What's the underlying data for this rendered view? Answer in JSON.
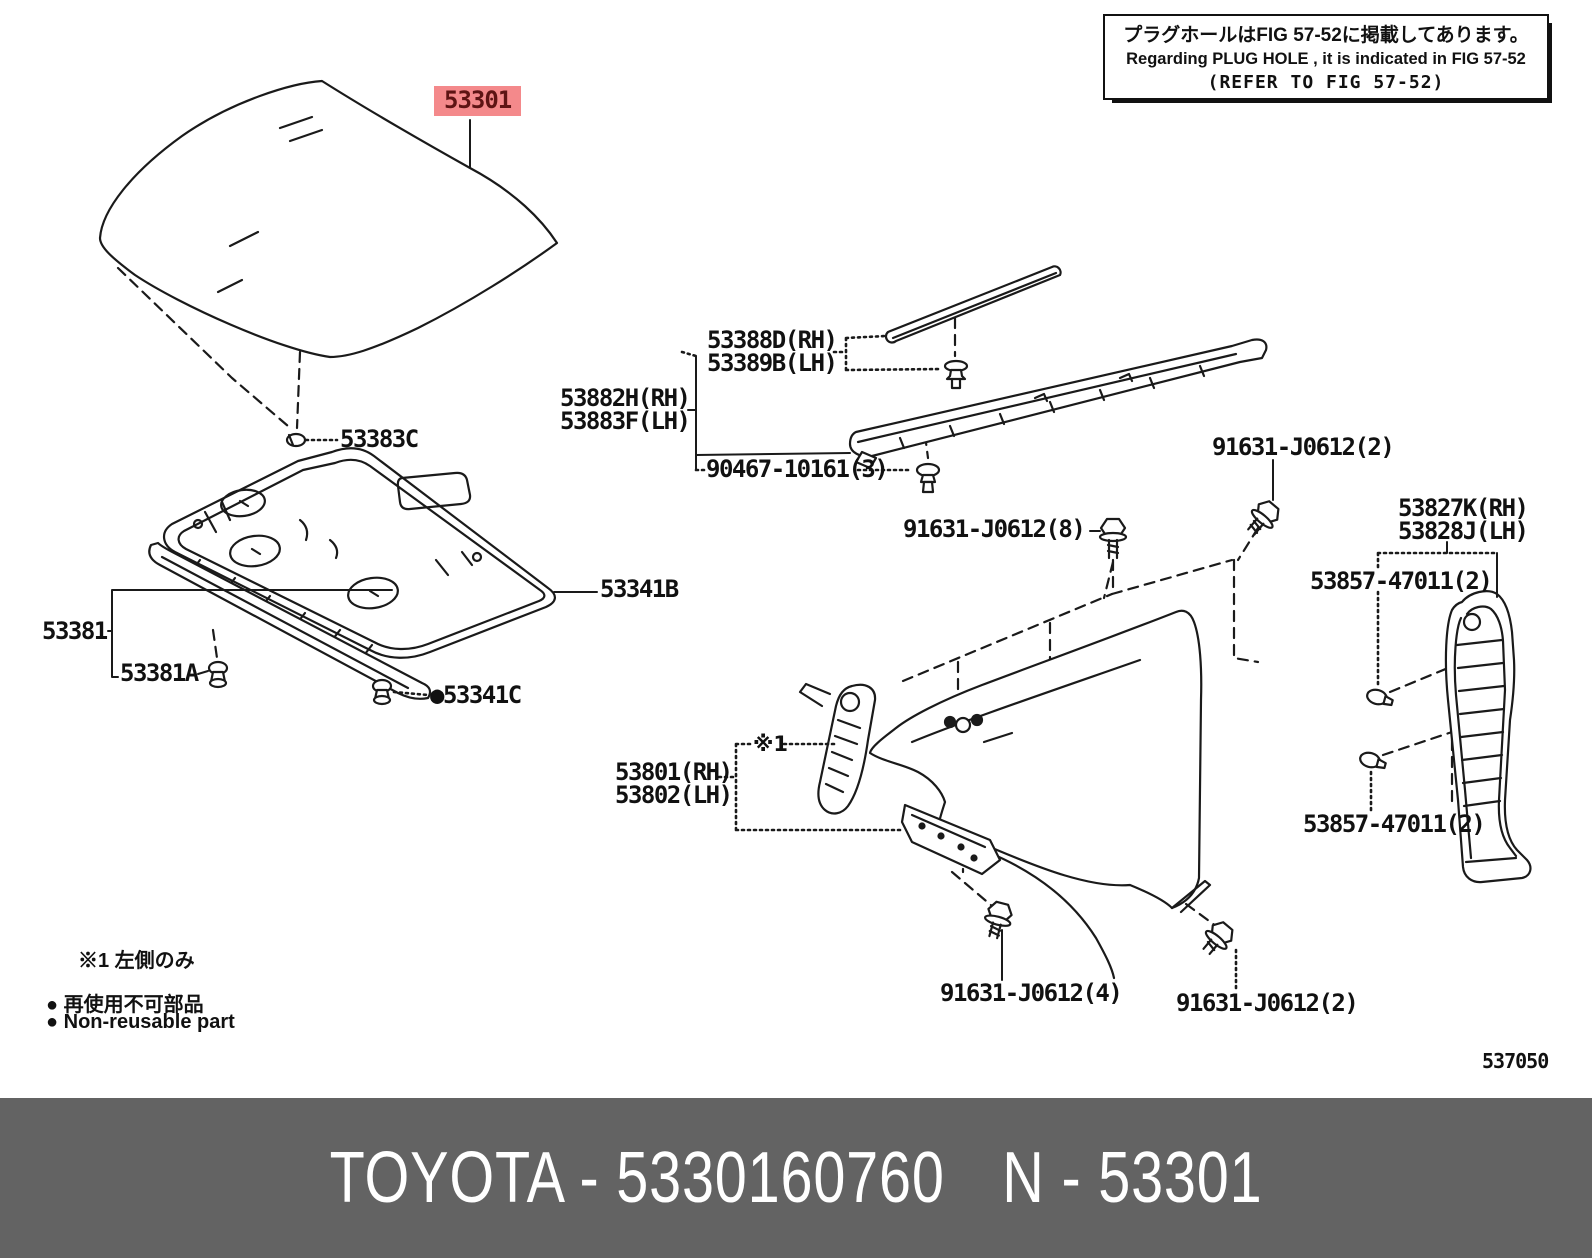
{
  "note_box": {
    "line1": "プラグホールはFIG 57-52に掲載してあります。",
    "line2": "Regarding PLUG HOLE , it is indicated in FIG 57-52",
    "line3": "(REFER TO FIG 57-52)"
  },
  "labels": {
    "hood": "53301",
    "hood_clip": "53383C",
    "insulator": "53341B",
    "hood_seal": "53381",
    "hood_seal_clip": "53381A",
    "insulator_clip": "●53341C",
    "moulding_rh": "53388D(RH)",
    "moulding_lh": "53389B(LH)",
    "seal_rear_rh": "53882H(RH)",
    "seal_rear_lh": "53883F(LH)",
    "clip_90467": "90467-10161(3)",
    "bolt_8": "91631-J0612(8)",
    "bolt_2_top": "91631-J0612(2)",
    "protector_rh": "53827K(RH)",
    "protector_lh": "53828J(LH)",
    "protector_clip_top": "53857-47011(2)",
    "protector_clip_bottom": "53857-47011(2)",
    "fender_rh": "53801(RH)",
    "fender_lh": "53802(LH)",
    "ref_x1": "※1",
    "bolt_4": "91631-J0612(4)",
    "bolt_2_bottom": "91631-J0612(2)"
  },
  "footnotes": {
    "x1_note": "※1 左側のみ",
    "nonreusable_jp": "● 再使用不可部品",
    "nonreusable_en": "● Non-reusable part"
  },
  "fig_number": "537050",
  "footer": {
    "left": "TOYOTA - 5330160760",
    "right": "N - 53301"
  },
  "colors": {
    "highlight_bg": "#f4898b",
    "highlight_text": "#5e1414",
    "footer_bg": "#636363",
    "line": "#1a1a1a"
  }
}
